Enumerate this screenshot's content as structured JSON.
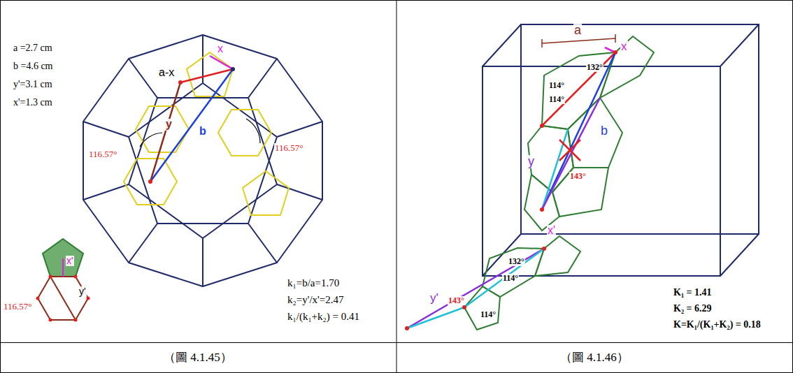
{
  "diagram": {
    "labels": [
      "a =2.7 cm",
      "b =4.6 cm",
      "y'=3.1 cm",
      "x'=1.3 cm",
      "a-x",
      "x",
      "116.57°",
      "y",
      "b",
      "116.57°",
      "x'",
      "116.57°",
      "y'",
      "k₁=b/a=1.70",
      "k₂=y'/x'=2.47",
      "k₁/(k₁+k₂) = 0.41",
      "a",
      "x",
      "132°",
      "114°",
      "114°",
      "b",
      "y",
      "143°",
      "y'",
      "x'",
      "132°",
      "143°",
      "114°",
      "114°",
      "K₁ = 1.41",
      "K₂ = 6.29",
      "K=K₁/(K₁+K₂) = 0.18",
      "（圖 4.1.45）",
      "（圖 4.1.46）"
    ]
  }
}
